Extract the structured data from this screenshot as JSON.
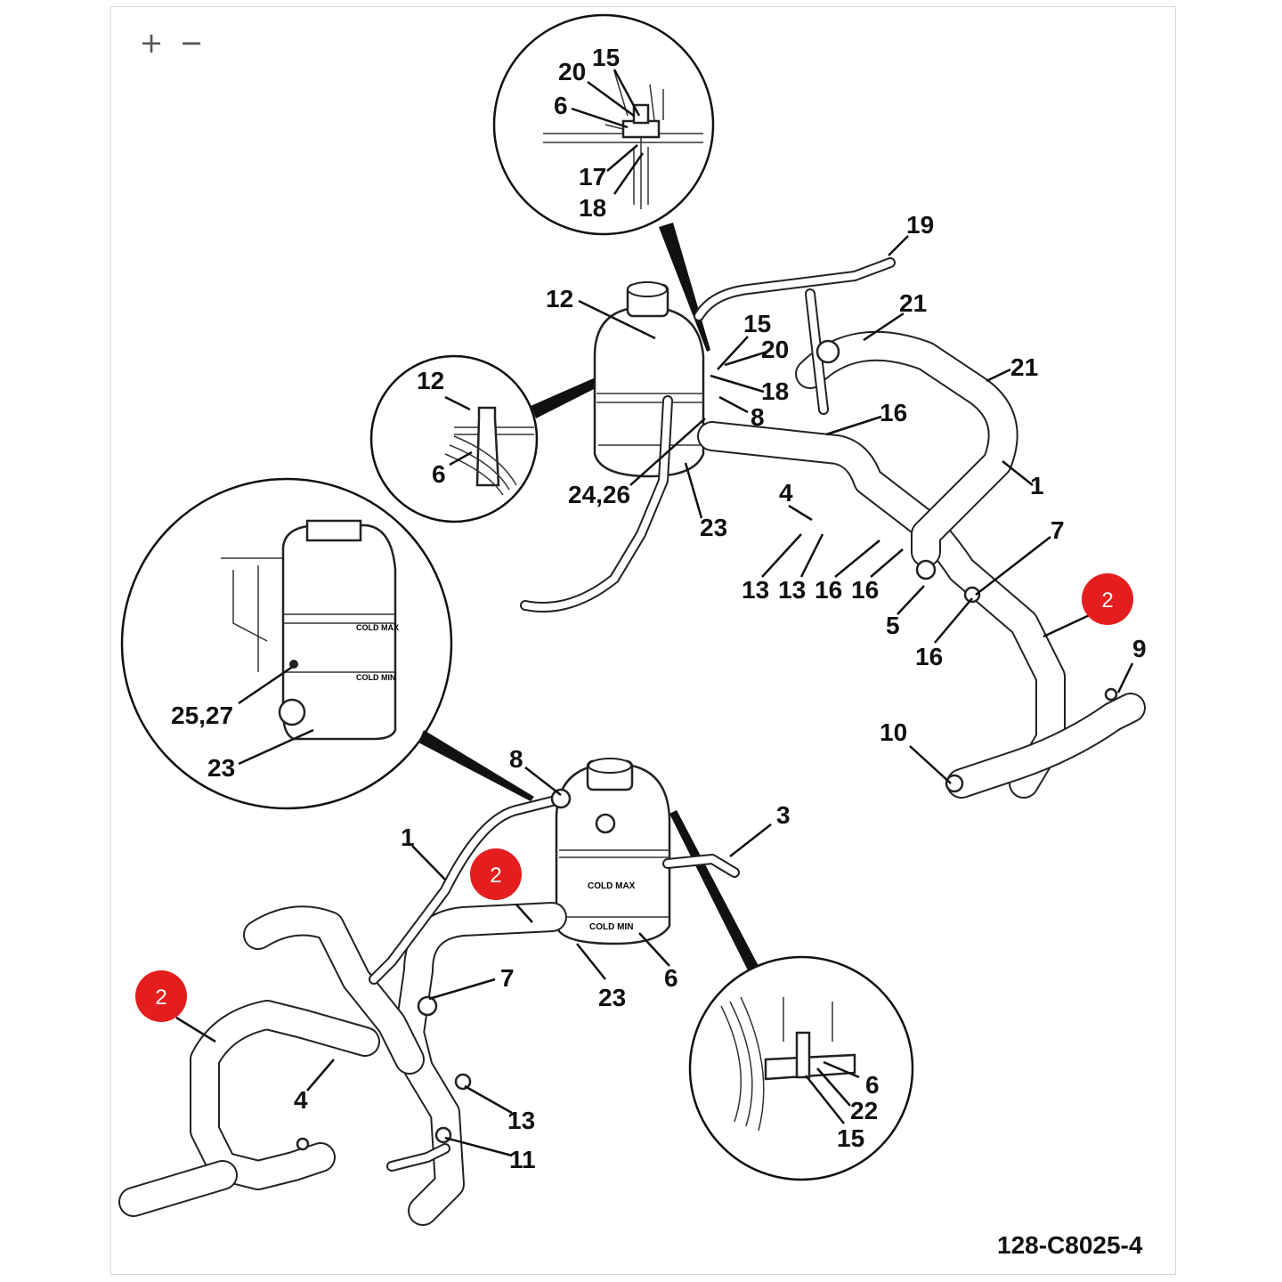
{
  "toolbar": {
    "zoom_in": "+",
    "zoom_out": "−"
  },
  "diagram": {
    "code": "128-C8025-4",
    "callouts": [
      {
        "id": "c20a",
        "text": "20"
      },
      {
        "id": "c15a",
        "text": "15"
      },
      {
        "id": "c6a",
        "text": "6"
      },
      {
        "id": "c17a",
        "text": "17"
      },
      {
        "id": "c18a",
        "text": "18"
      },
      {
        "id": "c19",
        "text": "19"
      },
      {
        "id": "c12a",
        "text": "12"
      },
      {
        "id": "c15b",
        "text": "15"
      },
      {
        "id": "c21a",
        "text": "21"
      },
      {
        "id": "c20b",
        "text": "20"
      },
      {
        "id": "c21b",
        "text": "21"
      },
      {
        "id": "c18b",
        "text": "18"
      },
      {
        "id": "c12b",
        "text": "12"
      },
      {
        "id": "c8a",
        "text": "8"
      },
      {
        "id": "c16a",
        "text": "16"
      },
      {
        "id": "c6b",
        "text": "6"
      },
      {
        "id": "c2426",
        "text": "24,26"
      },
      {
        "id": "c1a",
        "text": "1"
      },
      {
        "id": "c4a",
        "text": "4"
      },
      {
        "id": "c23a",
        "text": "23"
      },
      {
        "id": "c7a",
        "text": "7"
      },
      {
        "id": "c13a",
        "text": "13"
      },
      {
        "id": "c13b",
        "text": "13"
      },
      {
        "id": "c16b",
        "text": "16"
      },
      {
        "id": "c16c",
        "text": "16"
      },
      {
        "id": "c5",
        "text": "5"
      },
      {
        "id": "c16d",
        "text": "16"
      },
      {
        "id": "c9",
        "text": "9"
      },
      {
        "id": "c10",
        "text": "10"
      },
      {
        "id": "c2527",
        "text": "25,27"
      },
      {
        "id": "c23b",
        "text": "23"
      },
      {
        "id": "c8b",
        "text": "8"
      },
      {
        "id": "c3",
        "text": "3"
      },
      {
        "id": "c1b",
        "text": "1"
      },
      {
        "id": "c23c",
        "text": "23"
      },
      {
        "id": "c6c",
        "text": "6"
      },
      {
        "id": "c7b",
        "text": "7"
      },
      {
        "id": "c4b",
        "text": "4"
      },
      {
        "id": "c13c",
        "text": "13"
      },
      {
        "id": "c11",
        "text": "11"
      },
      {
        "id": "c6d",
        "text": "6"
      },
      {
        "id": "c22",
        "text": "22"
      },
      {
        "id": "c15c",
        "text": "15"
      }
    ],
    "markers": [
      {
        "id": "m1",
        "text": "2"
      },
      {
        "id": "m2",
        "text": "2"
      },
      {
        "id": "m3",
        "text": "2"
      }
    ],
    "tank_labels": {
      "cold_max": "COLD MAX",
      "cold_min": "COLD MIN"
    },
    "colors": {
      "marker": "#e41e1e",
      "line": "#111111"
    }
  }
}
